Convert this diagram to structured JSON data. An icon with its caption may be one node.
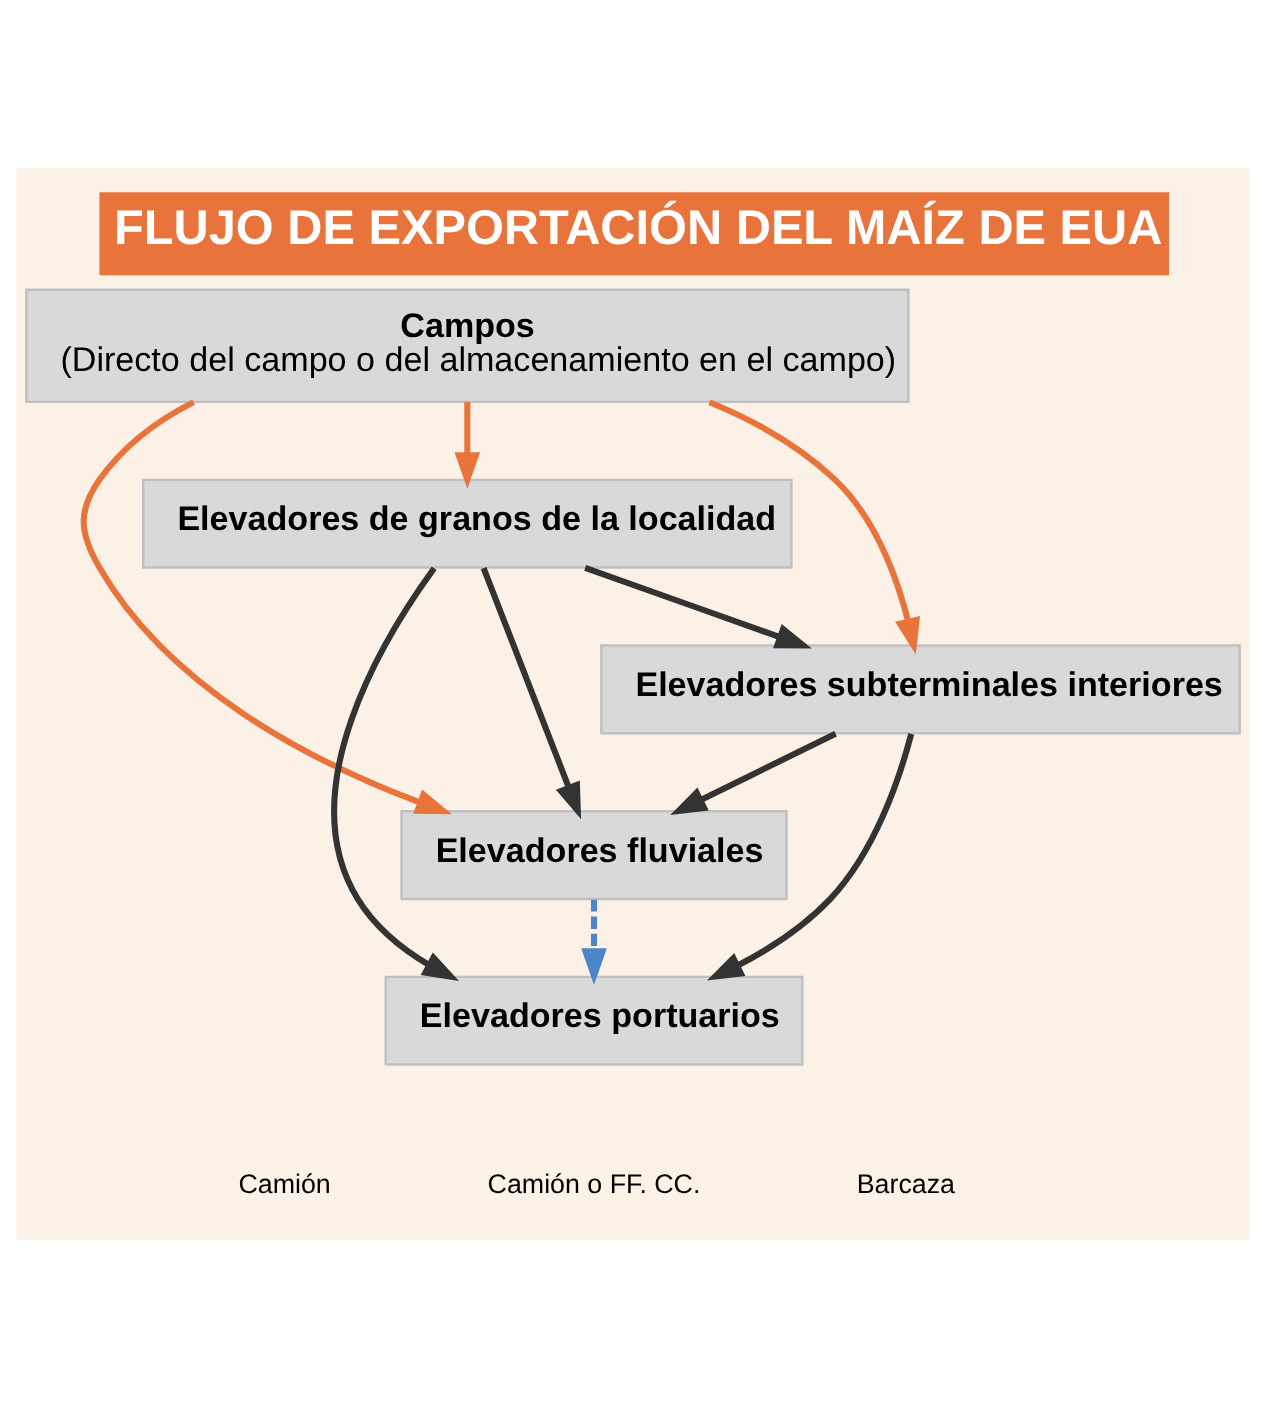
{
  "diagram": {
    "title": "FLUJO DE EXPORTACIÓN DEL MAÍZ DE EUA",
    "nodes": [
      {
        "text": [
          "Campos",
          "(Directo del campo o del almacenamiento en el campo)"
        ]
      },
      {
        "text": [
          "Elevadores de granos de la localidad"
        ]
      },
      {
        "text": [
          "Elevadores subterminales interiores"
        ]
      },
      {
        "text": [
          "Elevadores fluviales"
        ]
      },
      {
        "text": [
          "Elevadores portuarios"
        ]
      }
    ],
    "edges": [
      {
        "from": 0,
        "to": 1,
        "arrow": "to",
        "color": "#e8743b"
      },
      {
        "from": 0,
        "to": 2,
        "arrow": "to",
        "color": "#e8743b"
      },
      {
        "from": 0,
        "to": 3,
        "arrow": "to",
        "color": "#e8743b"
      },
      {
        "from": 1,
        "to": 2,
        "arrow": "to"
      },
      {
        "from": 1,
        "to": 3,
        "arrow": "to"
      },
      {
        "from": 1,
        "to": 4,
        "arrow": "to"
      },
      {
        "from": 2,
        "to": 3,
        "arrow": "to"
      },
      {
        "from": 2,
        "to": 4,
        "arrow": "to"
      },
      {
        "from": 3,
        "to": 4,
        "arrow": "to",
        "style": "dashed",
        "color": "#4a86c8"
      }
    ],
    "legend": [
      {
        "text": "Camión"
      },
      {
        "text": "Camión o FF. CC."
      },
      {
        "text": "Barcaza"
      }
    ]
  }
}
